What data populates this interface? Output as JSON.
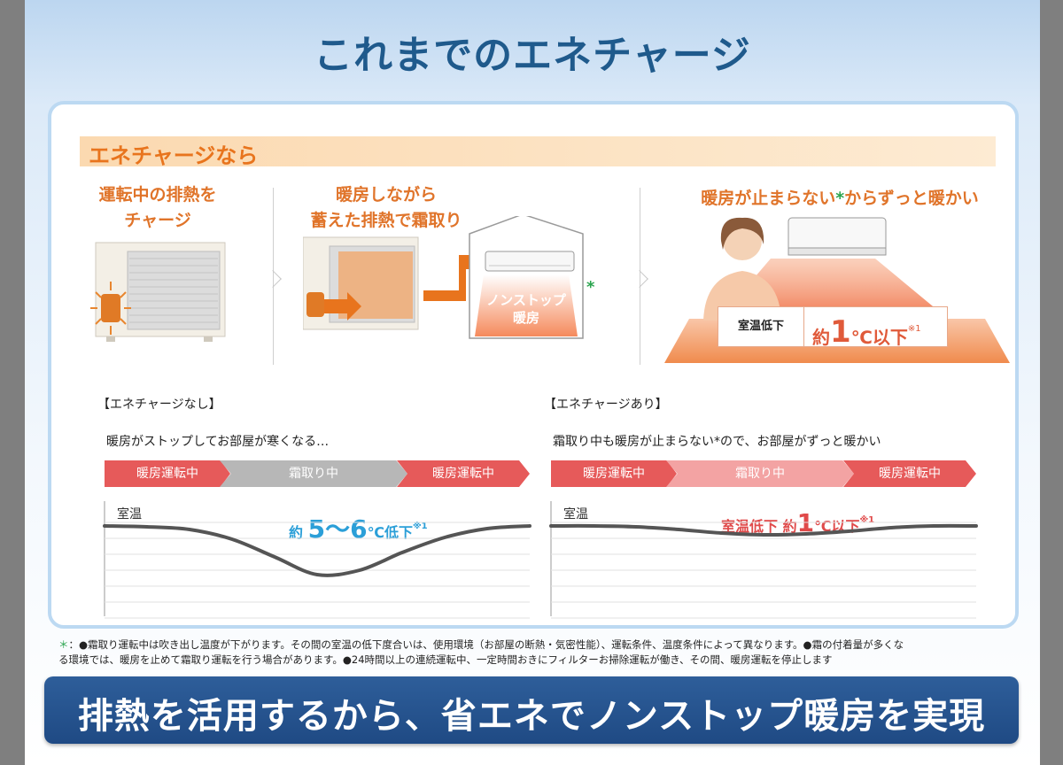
{
  "title": "これまでのエネチャージ",
  "section_header": "エネチャージなら",
  "step1": {
    "caption_line1": "運転中の排熱を",
    "caption_line2": "チャージ"
  },
  "step2": {
    "caption_line1": "暖房しながら",
    "caption_line2": "蓄えた排熱で霜取り",
    "house_label_line1": "ノンストップ",
    "house_label_line2": "暖房",
    "asterisk": "*"
  },
  "step3": {
    "caption_prefix": "暖房が止まらない",
    "caption_star": "*",
    "caption_suffix": "からずっと暖かい",
    "box_label": "室温低下",
    "box_value_prefix": "約",
    "box_value_num": "1",
    "box_value_suffix": "℃以下",
    "box_note": "※1"
  },
  "left_chart": {
    "bracket_label": "【エネチャージなし】",
    "description": "暖房がストップしてお部屋が寒くなる…",
    "phases": [
      "暖房運転中",
      "霜取り中",
      "暖房運転中"
    ],
    "ylabel": "室温",
    "annotation_prefix": "約",
    "annotation_value": "5〜6",
    "annotation_suffix": "℃低下",
    "annotation_note": "※1"
  },
  "right_chart": {
    "bracket_label": "【エネチャージあり】",
    "description": "霜取り中も暖房が止まらない*ので、お部屋がずっと暖かい",
    "phases": [
      "暖房運転中",
      "霜取り中",
      "暖房運転中"
    ],
    "ylabel": "室温",
    "annotation_prefix": "室温低下 約",
    "annotation_value": "1",
    "annotation_suffix": "℃以下",
    "annotation_note": "※1"
  },
  "footnote": {
    "star": "＊",
    "line1": "：●霜取り運転中は吹き出し温度が下がります。その間の室温の低下度合いは、使用環境（お部屋の断熱・気密性能）、運転条件、温度条件によって異なります。●霜の付着量が多くな",
    "line2": "る環境では、暖房を止めて霜取り運転を行う場合があります。●24時間以上の連続運転中、一定時間おきにフィルターお掃除運転が働き、その間、暖房運転を停止します"
  },
  "banner": "排熱を活用するから、省エネでノンストップ暖房を実現",
  "colors": {
    "title": "#1f5a8c",
    "accent_orange": "#e8741d",
    "heating_phase": "#e65a5a",
    "defrost_phase_left": "#b7b7b7",
    "defrost_phase_right": "#f3a3a3",
    "annotation_blue": "#2b9fd8",
    "annotation_red": "#e04a4a",
    "banner": "#1f4a84"
  },
  "chart_data": [
    {
      "type": "line",
      "title": "【エネチャージなし】",
      "ylabel": "室温",
      "phases": [
        "暖房運転中",
        "霜取り中",
        "暖房運転中"
      ],
      "x": [
        0,
        0.1,
        0.2,
        0.3,
        0.4,
        0.5,
        0.6,
        0.7,
        0.8,
        0.9,
        1.0
      ],
      "values": [
        0,
        -0.1,
        -0.4,
        -1.5,
        -3.5,
        -5.5,
        -5.0,
        -3.0,
        -1.3,
        -0.3,
        0
      ],
      "ylim": [
        -8,
        2
      ]
    },
    {
      "type": "line",
      "title": "【エネチャージあり】",
      "ylabel": "室温",
      "phases": [
        "暖房運転中",
        "霜取り中",
        "暖房運転中"
      ],
      "x": [
        0,
        0.1,
        0.2,
        0.3,
        0.4,
        0.5,
        0.6,
        0.7,
        0.8,
        0.9,
        1.0
      ],
      "values": [
        0,
        0,
        -0.1,
        -0.4,
        -0.8,
        -1.0,
        -0.9,
        -0.6,
        -0.2,
        0,
        0
      ],
      "ylim": [
        -8,
        2
      ]
    }
  ]
}
